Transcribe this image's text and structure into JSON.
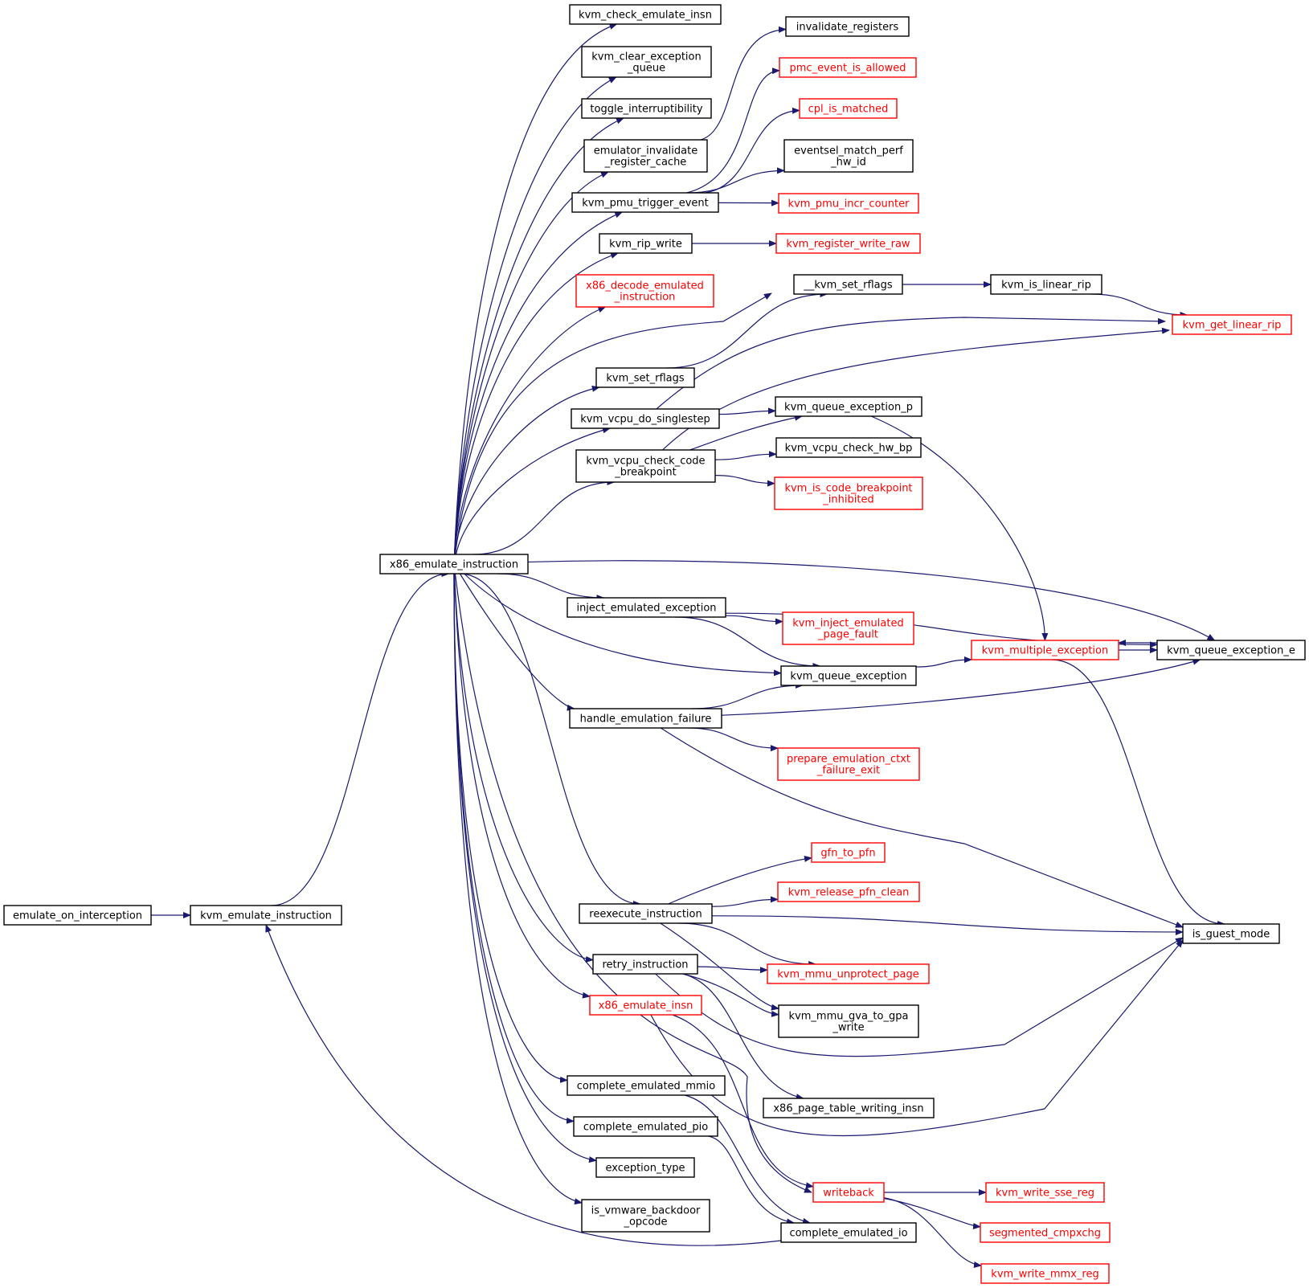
{
  "colors": {
    "edge": "#191970",
    "normal_border": "#000000",
    "normal_text": "#000000",
    "external_border": "#ff0000",
    "external_text": "#ff0000",
    "root_fill": "#bfbfbf"
  },
  "nodes": {
    "emulate_on_interception": {
      "label": [
        "emulate_on_interception"
      ],
      "style": "root"
    },
    "kvm_emulate_instruction": {
      "label": [
        "kvm_emulate_instruction"
      ],
      "style": "normal"
    },
    "x86_emulate_instruction": {
      "label": [
        "x86_emulate_instruction"
      ],
      "style": "normal"
    },
    "kvm_check_emulate_insn": {
      "label": [
        "kvm_check_emulate_insn"
      ],
      "style": "normal"
    },
    "kvm_clear_exception_queue": {
      "label": [
        "kvm_clear_exception",
        "_queue"
      ],
      "style": "normal"
    },
    "toggle_interruptibility": {
      "label": [
        "toggle_interruptibility"
      ],
      "style": "normal"
    },
    "emulator_invalidate_register_cache": {
      "label": [
        "emulator_invalidate",
        "_register_cache"
      ],
      "style": "normal"
    },
    "kvm_pmu_trigger_event": {
      "label": [
        "kvm_pmu_trigger_event"
      ],
      "style": "normal"
    },
    "kvm_rip_write": {
      "label": [
        "kvm_rip_write"
      ],
      "style": "normal"
    },
    "x86_decode_emulated_instruction": {
      "label": [
        "x86_decode_emulated",
        "_instruction"
      ],
      "style": "external"
    },
    "kvm_set_rflags": {
      "label": [
        "kvm_set_rflags"
      ],
      "style": "normal"
    },
    "kvm_vcpu_do_singlestep": {
      "label": [
        "kvm_vcpu_do_singlestep"
      ],
      "style": "normal"
    },
    "kvm_vcpu_check_code_breakpoint": {
      "label": [
        "kvm_vcpu_check_code",
        "_breakpoint"
      ],
      "style": "normal"
    },
    "inject_emulated_exception": {
      "label": [
        "inject_emulated_exception"
      ],
      "style": "normal"
    },
    "handle_emulation_failure": {
      "label": [
        "handle_emulation_failure"
      ],
      "style": "normal"
    },
    "reexecute_instruction": {
      "label": [
        "reexecute_instruction"
      ],
      "style": "normal"
    },
    "retry_instruction": {
      "label": [
        "retry_instruction"
      ],
      "style": "normal"
    },
    "x86_emulate_insn": {
      "label": [
        "x86_emulate_insn"
      ],
      "style": "external"
    },
    "complete_emulated_mmio": {
      "label": [
        "complete_emulated_mmio"
      ],
      "style": "normal"
    },
    "complete_emulated_pio": {
      "label": [
        "complete_emulated_pio"
      ],
      "style": "normal"
    },
    "exception_type": {
      "label": [
        "exception_type"
      ],
      "style": "normal"
    },
    "is_vmware_backdoor_opcode": {
      "label": [
        "is_vmware_backdoor",
        "_opcode"
      ],
      "style": "normal"
    },
    "invalidate_registers": {
      "label": [
        "invalidate_registers"
      ],
      "style": "normal"
    },
    "pmc_event_is_allowed": {
      "label": [
        "pmc_event_is_allowed"
      ],
      "style": "external"
    },
    "cpl_is_matched": {
      "label": [
        "cpl_is_matched"
      ],
      "style": "external"
    },
    "eventsel_match_perf_hw_id": {
      "label": [
        "eventsel_match_perf",
        "_hw_id"
      ],
      "style": "normal"
    },
    "kvm_pmu_incr_counter": {
      "label": [
        "kvm_pmu_incr_counter"
      ],
      "style": "external"
    },
    "kvm_register_write_raw": {
      "label": [
        "kvm_register_write_raw"
      ],
      "style": "external"
    },
    "__kvm_set_rflags": {
      "label": [
        "__kvm_set_rflags"
      ],
      "style": "normal"
    },
    "kvm_is_linear_rip": {
      "label": [
        "kvm_is_linear_rip"
      ],
      "style": "normal"
    },
    "kvm_get_linear_rip": {
      "label": [
        "kvm_get_linear_rip"
      ],
      "style": "external"
    },
    "kvm_queue_exception_p": {
      "label": [
        "kvm_queue_exception_p"
      ],
      "style": "normal"
    },
    "kvm_vcpu_check_hw_bp": {
      "label": [
        "kvm_vcpu_check_hw_bp"
      ],
      "style": "normal"
    },
    "kvm_is_code_breakpoint_inhibited": {
      "label": [
        "kvm_is_code_breakpoint",
        "_inhibited"
      ],
      "style": "external"
    },
    "kvm_inject_emulated_page_fault": {
      "label": [
        "kvm_inject_emulated",
        "_page_fault"
      ],
      "style": "external"
    },
    "kvm_queue_exception": {
      "label": [
        "kvm_queue_exception"
      ],
      "style": "normal"
    },
    "kvm_multiple_exception": {
      "label": [
        "kvm_multiple_exception"
      ],
      "style": "external"
    },
    "kvm_queue_exception_e": {
      "label": [
        "kvm_queue_exception_e"
      ],
      "style": "normal"
    },
    "prepare_emulation_ctxt_failure_exit": {
      "label": [
        "prepare_emulation_ctxt",
        "_failure_exit"
      ],
      "style": "external"
    },
    "gfn_to_pfn": {
      "label": [
        "gfn_to_pfn"
      ],
      "style": "external"
    },
    "kvm_release_pfn_clean": {
      "label": [
        "kvm_release_pfn_clean"
      ],
      "style": "external"
    },
    "is_guest_mode": {
      "label": [
        "is_guest_mode"
      ],
      "style": "normal"
    },
    "kvm_mmu_unprotect_page": {
      "label": [
        "kvm_mmu_unprotect_page"
      ],
      "style": "external"
    },
    "kvm_mmu_gva_to_gpa_write": {
      "label": [
        "kvm_mmu_gva_to_gpa",
        "_write"
      ],
      "style": "normal"
    },
    "x86_page_table_writing_insn": {
      "label": [
        "x86_page_table_writing_insn"
      ],
      "style": "normal"
    },
    "writeback": {
      "label": [
        "writeback"
      ],
      "style": "external"
    },
    "kvm_write_sse_reg": {
      "label": [
        "kvm_write_sse_reg"
      ],
      "style": "external"
    },
    "segmented_cmpxchg": {
      "label": [
        "segmented_cmpxchg"
      ],
      "style": "external"
    },
    "kvm_write_mmx_reg": {
      "label": [
        "kvm_write_mmx_reg"
      ],
      "style": "external"
    },
    "complete_emulated_io": {
      "label": [
        "complete_emulated_io"
      ],
      "style": "normal"
    }
  },
  "edges": [
    [
      "emulate_on_interception",
      "kvm_emulate_instruction"
    ],
    [
      "kvm_emulate_instruction",
      "x86_emulate_instruction"
    ],
    [
      "x86_emulate_instruction",
      "kvm_check_emulate_insn"
    ],
    [
      "x86_emulate_instruction",
      "kvm_clear_exception_queue"
    ],
    [
      "x86_emulate_instruction",
      "toggle_interruptibility"
    ],
    [
      "x86_emulate_instruction",
      "emulator_invalidate_register_cache"
    ],
    [
      "x86_emulate_instruction",
      "kvm_pmu_trigger_event"
    ],
    [
      "x86_emulate_instruction",
      "kvm_rip_write"
    ],
    [
      "x86_emulate_instruction",
      "x86_decode_emulated_instruction"
    ],
    [
      "x86_emulate_instruction",
      "__kvm_set_rflags"
    ],
    [
      "x86_emulate_instruction",
      "kvm_set_rflags"
    ],
    [
      "x86_emulate_instruction",
      "kvm_vcpu_do_singlestep"
    ],
    [
      "x86_emulate_instruction",
      "kvm_vcpu_check_code_breakpoint"
    ],
    [
      "x86_emulate_instruction",
      "kvm_queue_exception_e"
    ],
    [
      "x86_emulate_instruction",
      "inject_emulated_exception"
    ],
    [
      "x86_emulate_instruction",
      "kvm_queue_exception"
    ],
    [
      "x86_emulate_instruction",
      "handle_emulation_failure"
    ],
    [
      "x86_emulate_instruction",
      "reexecute_instruction"
    ],
    [
      "x86_emulate_instruction",
      "retry_instruction"
    ],
    [
      "x86_emulate_instruction",
      "x86_emulate_insn"
    ],
    [
      "x86_emulate_instruction",
      "writeback"
    ],
    [
      "x86_emulate_instruction",
      "complete_emulated_mmio"
    ],
    [
      "x86_emulate_instruction",
      "complete_emulated_pio"
    ],
    [
      "x86_emulate_instruction",
      "exception_type"
    ],
    [
      "x86_emulate_instruction",
      "is_vmware_backdoor_opcode"
    ],
    [
      "emulator_invalidate_register_cache",
      "invalidate_registers"
    ],
    [
      "kvm_pmu_trigger_event",
      "pmc_event_is_allowed"
    ],
    [
      "kvm_pmu_trigger_event",
      "cpl_is_matched"
    ],
    [
      "kvm_pmu_trigger_event",
      "eventsel_match_perf_hw_id"
    ],
    [
      "kvm_pmu_trigger_event",
      "kvm_pmu_incr_counter"
    ],
    [
      "kvm_rip_write",
      "kvm_register_write_raw"
    ],
    [
      "kvm_set_rflags",
      "__kvm_set_rflags"
    ],
    [
      "__kvm_set_rflags",
      "kvm_is_linear_rip"
    ],
    [
      "kvm_is_linear_rip",
      "kvm_get_linear_rip"
    ],
    [
      "kvm_vcpu_do_singlestep",
      "kvm_get_linear_rip"
    ],
    [
      "kvm_vcpu_do_singlestep",
      "kvm_queue_exception_p"
    ],
    [
      "kvm_vcpu_check_code_breakpoint",
      "kvm_get_linear_rip"
    ],
    [
      "kvm_vcpu_check_code_breakpoint",
      "kvm_queue_exception_p"
    ],
    [
      "kvm_vcpu_check_code_breakpoint",
      "kvm_vcpu_check_hw_bp"
    ],
    [
      "kvm_vcpu_check_code_breakpoint",
      "kvm_is_code_breakpoint_inhibited"
    ],
    [
      "kvm_queue_exception_p",
      "kvm_multiple_exception"
    ],
    [
      "inject_emulated_exception",
      "kvm_queue_exception_e"
    ],
    [
      "inject_emulated_exception",
      "kvm_inject_emulated_page_fault"
    ],
    [
      "inject_emulated_exception",
      "kvm_queue_exception"
    ],
    [
      "kvm_queue_exception",
      "kvm_multiple_exception"
    ],
    [
      "kvm_multiple_exception",
      "kvm_queue_exception_e"
    ],
    [
      "kvm_queue_exception_e",
      "kvm_multiple_exception"
    ],
    [
      "kvm_multiple_exception",
      "is_guest_mode"
    ],
    [
      "handle_emulation_failure",
      "kvm_queue_exception"
    ],
    [
      "handle_emulation_failure",
      "kvm_queue_exception_e"
    ],
    [
      "handle_emulation_failure",
      "prepare_emulation_ctxt_failure_exit"
    ],
    [
      "handle_emulation_failure",
      "is_guest_mode"
    ],
    [
      "reexecute_instruction",
      "gfn_to_pfn"
    ],
    [
      "reexecute_instruction",
      "kvm_release_pfn_clean"
    ],
    [
      "reexecute_instruction",
      "is_guest_mode"
    ],
    [
      "reexecute_instruction",
      "kvm_mmu_unprotect_page"
    ],
    [
      "reexecute_instruction",
      "kvm_mmu_gva_to_gpa_write"
    ],
    [
      "retry_instruction",
      "kvm_mmu_unprotect_page"
    ],
    [
      "retry_instruction",
      "kvm_mmu_gva_to_gpa_write"
    ],
    [
      "retry_instruction",
      "is_guest_mode"
    ],
    [
      "retry_instruction",
      "x86_page_table_writing_insn"
    ],
    [
      "x86_emulate_insn",
      "writeback"
    ],
    [
      "x86_emulate_insn",
      "is_guest_mode"
    ],
    [
      "writeback",
      "kvm_write_sse_reg"
    ],
    [
      "writeback",
      "segmented_cmpxchg"
    ],
    [
      "writeback",
      "kvm_write_mmx_reg"
    ],
    [
      "complete_emulated_mmio",
      "complete_emulated_io"
    ],
    [
      "complete_emulated_pio",
      "complete_emulated_io"
    ],
    [
      "complete_emulated_io",
      "kvm_emulate_instruction"
    ]
  ]
}
